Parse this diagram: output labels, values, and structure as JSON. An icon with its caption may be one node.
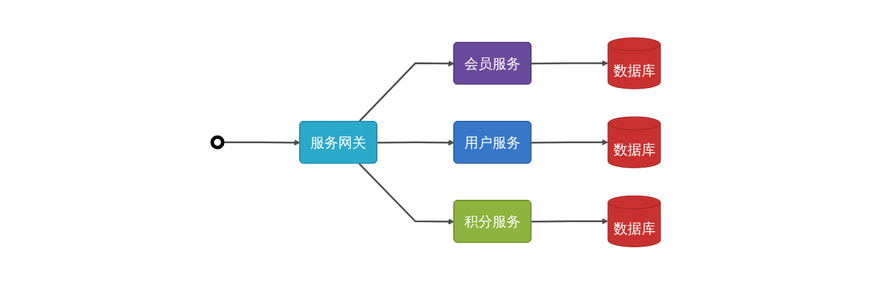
{
  "diagram": {
    "nodes": [
      {
        "text": [],
        "shape": "person"
      },
      {
        "text": [
          "服务网关"
        ]
      },
      {
        "text": [
          "会员服务"
        ]
      },
      {
        "text": [
          "用户服务"
        ]
      },
      {
        "text": [
          "积分服务"
        ]
      },
      {
        "text": [
          "数据库"
        ]
      },
      {
        "text": [
          "数据库"
        ]
      },
      {
        "text": [
          "数据库"
        ]
      }
    ],
    "edges": [
      {
        "from": 0,
        "to": 1,
        "arrow": "to"
      },
      {
        "from": 1,
        "to": 2,
        "arrow": "to"
      },
      {
        "from": 1,
        "to": 3,
        "arrow": "to"
      },
      {
        "from": 1,
        "to": 4,
        "arrow": "to"
      },
      {
        "from": 2,
        "to": 5,
        "arrow": "to"
      },
      {
        "from": 3,
        "to": 6,
        "arrow": "to"
      },
      {
        "from": 4,
        "to": 7,
        "arrow": "to"
      }
    ]
  }
}
